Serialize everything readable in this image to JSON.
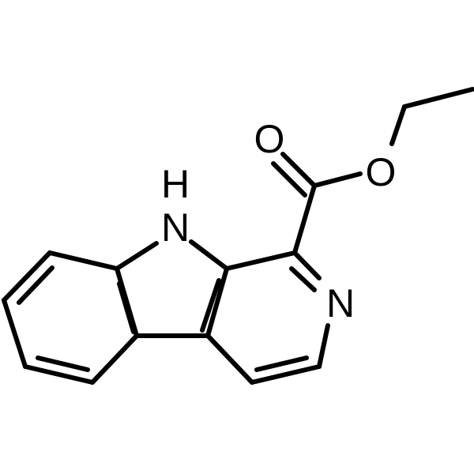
{
  "molecule": {
    "atoms": {
      "nh_h": "H",
      "nh_n": "N",
      "pyridine_n": "N",
      "carbonyl_o": "O",
      "ester_o": "O"
    },
    "colors": {
      "bond": "#000000",
      "label": "#000000",
      "background": "#ffffff"
    }
  }
}
